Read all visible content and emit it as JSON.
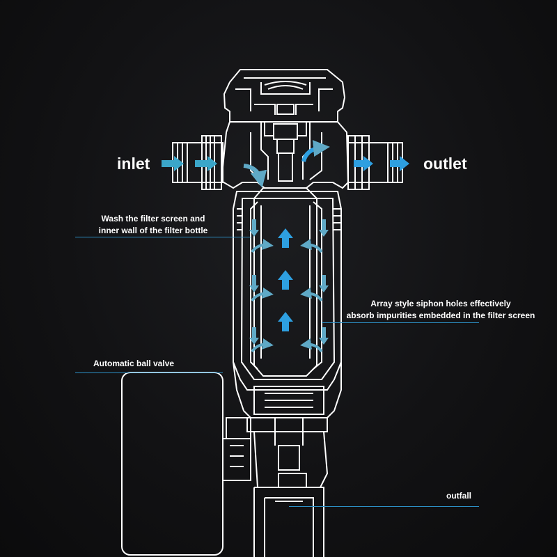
{
  "colors": {
    "background": "#121214",
    "line": "#ffffff",
    "flow_arrow": "#2e9fe0",
    "inlet_arrow": "#3ba6c9",
    "curve_arrow": "#5fa9c6",
    "callout": "#2c8fc4"
  },
  "labels": {
    "inlet": "inlet",
    "outlet": "outlet",
    "wash_line1": "Wash the filter screen and",
    "wash_line2": "inner wall of the filter bottle",
    "siphon_line1": "Array style siphon holes effectively",
    "siphon_line2": "absorb impurities embedded in the filter screen",
    "ball_valve": "Automatic ball valve",
    "outfall": "outfall"
  }
}
